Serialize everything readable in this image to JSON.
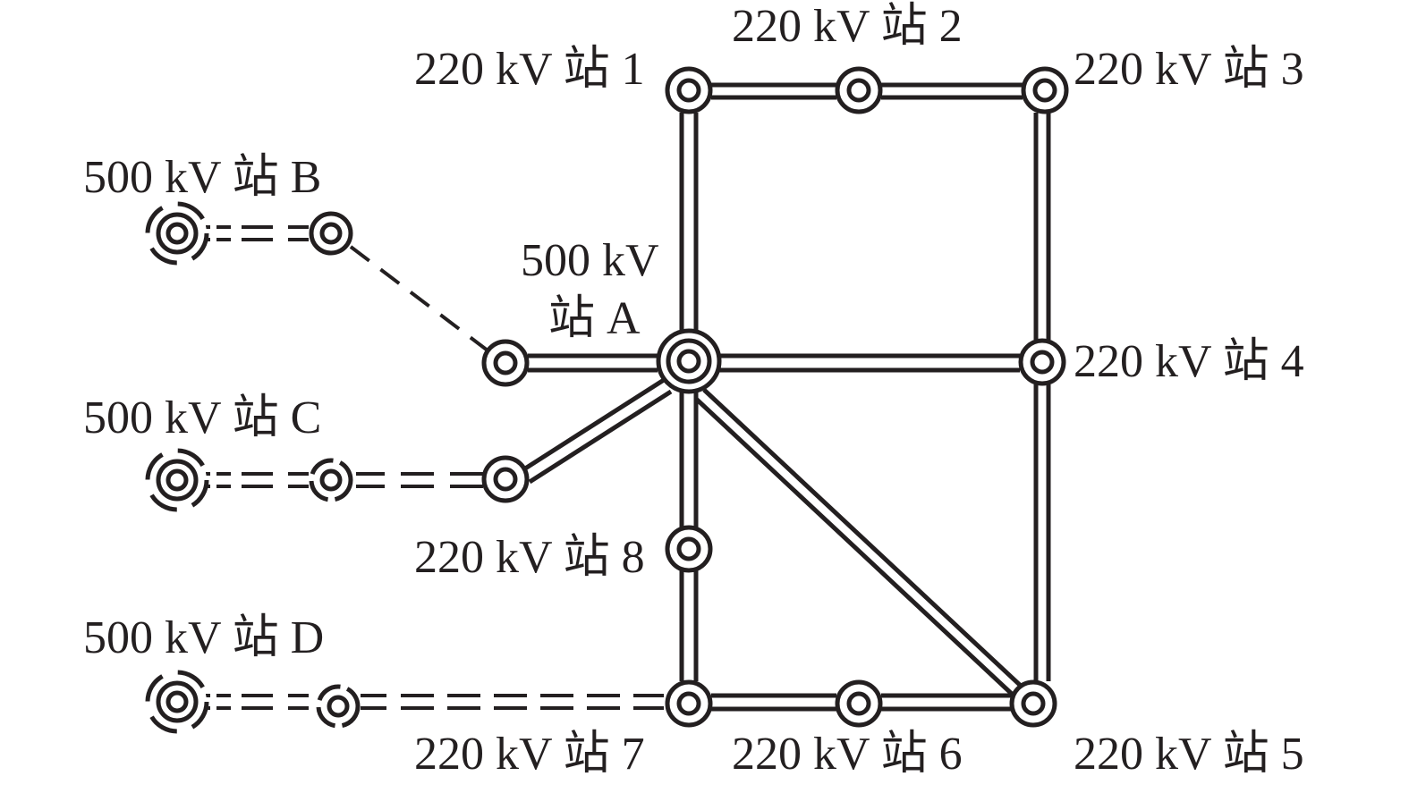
{
  "diagram": {
    "stations": {
      "s1": "220 kV 站 1",
      "s2": "220 kV 站 2",
      "s3": "220 kV 站 3",
      "s4": "220 kV 站 4",
      "s5": "220 kV 站 5",
      "s6": "220 kV 站 6",
      "s7": "220 kV 站 7",
      "s8": "220 kV 站 8",
      "a_line1": "500 kV",
      "a_line2": "站 A",
      "b": "500 kV 站 B",
      "c": "500 kV 站 C",
      "d": "500 kV 站 D"
    },
    "colors": {
      "stroke": "#231f20",
      "background": "#ffffff"
    }
  }
}
